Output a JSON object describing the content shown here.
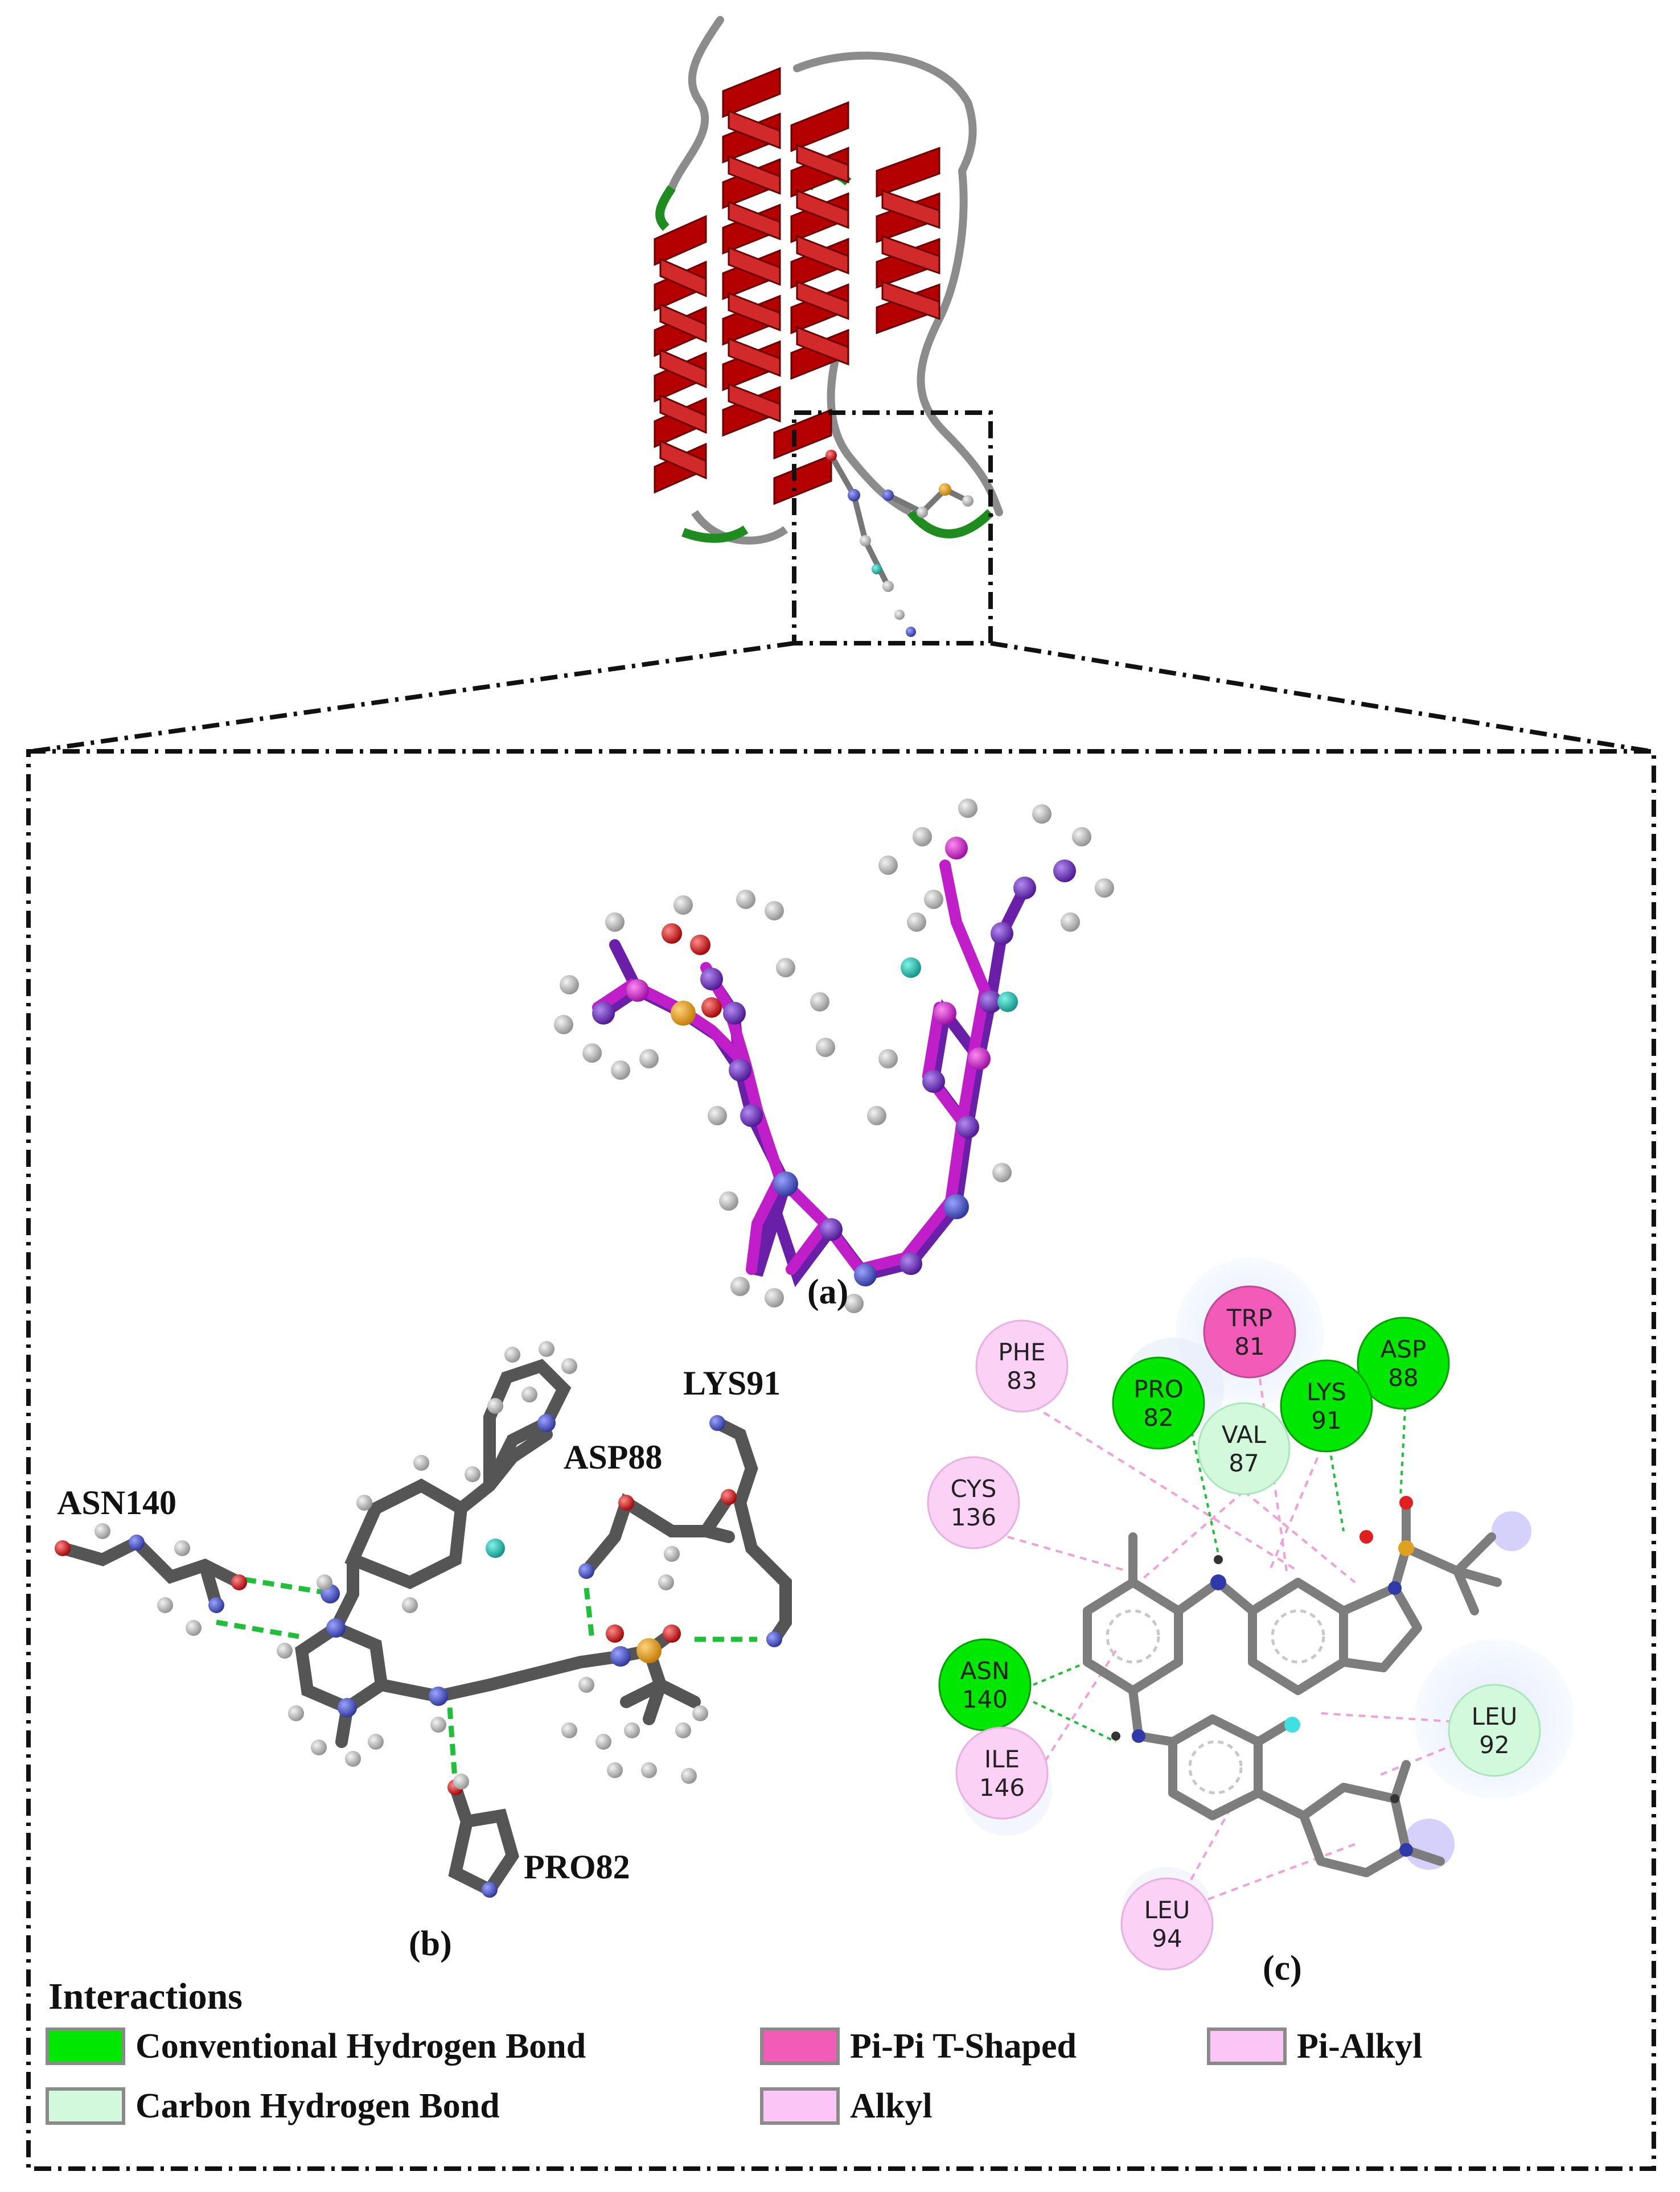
{
  "panels": {
    "a_label": "(a)",
    "b_label": "(b)",
    "c_label": "(c)"
  },
  "panel_b_residues": {
    "asn140": "ASN140",
    "asp88": "ASP88",
    "lys91": "LYS91",
    "pro82": "PRO82"
  },
  "panel_c_residues": {
    "trp81": {
      "name": "TRP",
      "num": "81"
    },
    "asp88": {
      "name": "ASP",
      "num": "88"
    },
    "phe83": {
      "name": "PHE",
      "num": "83"
    },
    "pro82": {
      "name": "PRO",
      "num": "82"
    },
    "lys91": {
      "name": "LYS",
      "num": "91"
    },
    "val87": {
      "name": "VAL",
      "num": "87"
    },
    "cys136": {
      "name": "CYS",
      "num": "136"
    },
    "asn140": {
      "name": "ASN",
      "num": "140"
    },
    "ile146": {
      "name": "ILE",
      "num": "146"
    },
    "leu92": {
      "name": "LEU",
      "num": "92"
    },
    "leu94": {
      "name": "LEU",
      "num": "94"
    }
  },
  "legend": {
    "title": "Interactions",
    "items": [
      {
        "label": "Conventional Hydrogen Bond",
        "color": "#00e800"
      },
      {
        "label": "Pi-Pi T-Shaped",
        "color": "#f25cb8"
      },
      {
        "label": "Pi-Alkyl",
        "color": "#fbc6f5"
      },
      {
        "label": "Carbon Hydrogen Bond",
        "color": "#d2f9dc"
      },
      {
        "label": "Alkyl",
        "color": "#fbc6f5"
      }
    ]
  },
  "colors": {
    "helix": "#b40000",
    "coil": "#8c8c8c",
    "turn": "#1e8c1e",
    "magenta": "#c01ec8",
    "purple": "#6a1fa8",
    "stick": "#555555",
    "hbond_green": "#1fbf3a",
    "pink_dash": "#f0a0d8"
  }
}
